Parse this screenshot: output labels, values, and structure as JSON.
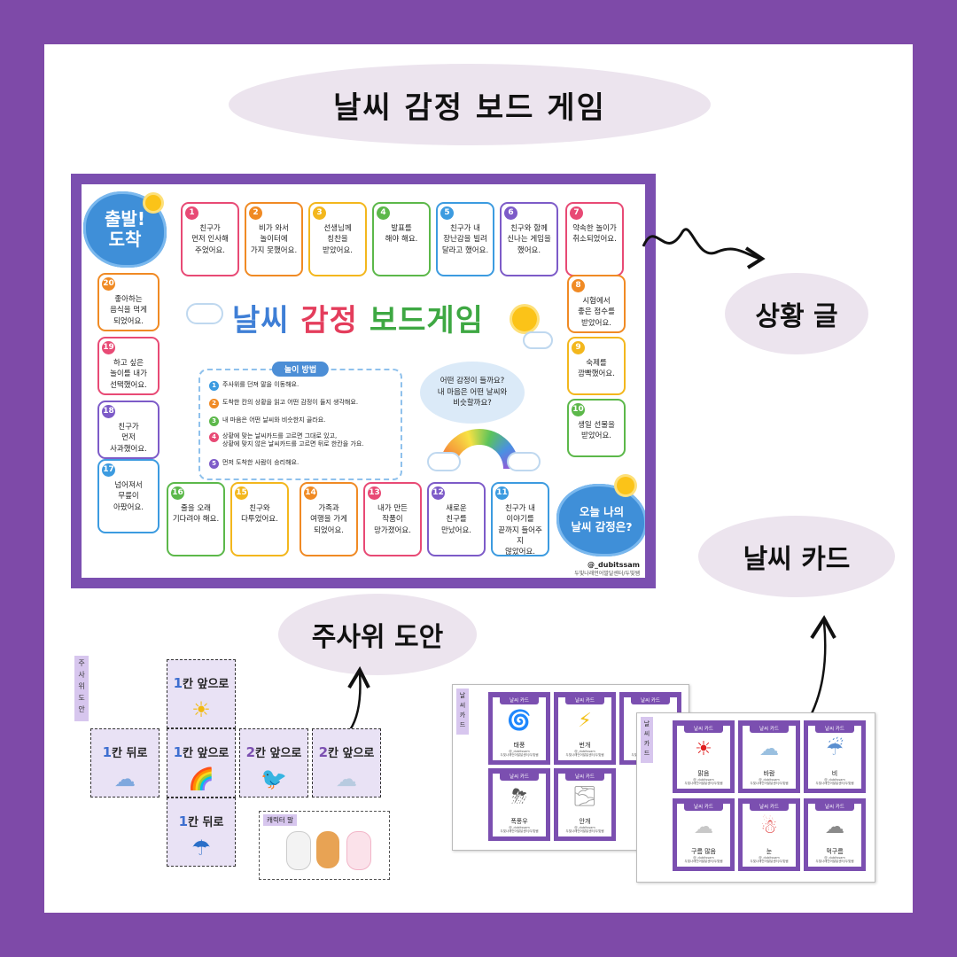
{
  "title": "날씨 감정 보드 게임",
  "labels": {
    "situation": "상황 글",
    "weather_card": "날씨 카드",
    "dice": "주사위 도안"
  },
  "board": {
    "start": "출발!\n도착",
    "title_1": "날씨",
    "title_2": "감정",
    "title_3": "보드게임",
    "tiles": [
      {
        "n": "1",
        "text": "친구가\n먼저 인사해\n주었어요.",
        "color": "#e84a75"
      },
      {
        "n": "2",
        "text": "비가 와서\n놀이터에\n가지 못했어요.",
        "color": "#f08a24"
      },
      {
        "n": "3",
        "text": "선생님께\n칭찬을\n받았어요.",
        "color": "#f3b71d"
      },
      {
        "n": "4",
        "text": "발표를\n해야 해요.",
        "color": "#5cb84a"
      },
      {
        "n": "5",
        "text": "친구가 내\n장난감을 빌려\n달라고 했어요.",
        "color": "#3c9be0"
      },
      {
        "n": "6",
        "text": "친구와 함께\n신나는 게임을\n했어요.",
        "color": "#7d5bc8"
      },
      {
        "n": "7",
        "text": "약속한 놀이가\n취소되었어요.",
        "color": "#e84a75"
      },
      {
        "n": "8",
        "text": "시험에서\n좋은 점수를\n받았어요.",
        "color": "#f08a24"
      },
      {
        "n": "9",
        "text": "숙제를\n깜빡했어요.",
        "color": "#f3b71d"
      },
      {
        "n": "10",
        "text": "생일 선물을\n받았어요.",
        "color": "#5cb84a"
      },
      {
        "n": "11",
        "text": "친구가 내\n이야기를\n끝까지 들어주지\n않았어요.",
        "color": "#3c9be0"
      },
      {
        "n": "12",
        "text": "새로운\n친구를\n만났어요.",
        "color": "#7d5bc8"
      },
      {
        "n": "13",
        "text": "내가 만든\n작품이\n망가졌어요.",
        "color": "#e84a75"
      },
      {
        "n": "14",
        "text": "가족과\n여행을 가게\n되었어요.",
        "color": "#f08a24"
      },
      {
        "n": "15",
        "text": "친구와\n다투었어요.",
        "color": "#f3b71d"
      },
      {
        "n": "16",
        "text": "줄을 오래\n기다려야 해요.",
        "color": "#5cb84a"
      },
      {
        "n": "17",
        "text": "넘어져서\n무릎이\n아팠어요.",
        "color": "#3c9be0"
      },
      {
        "n": "18",
        "text": "친구가\n먼저\n사과했어요.",
        "color": "#7d5bc8"
      },
      {
        "n": "19",
        "text": "하고 싶은\n놀이를 내가\n선택했어요.",
        "color": "#e84a75"
      },
      {
        "n": "20",
        "text": "좋아하는\n음식을 먹게\n되었어요.",
        "color": "#f08a24"
      }
    ],
    "rules_title": "놀이 방법",
    "rules": [
      {
        "n": "1",
        "text": "주사위를 던져 말을 이동해요.",
        "color": "#3c9be0"
      },
      {
        "n": "2",
        "text": "도착한 칸의 상황을 읽고 어떤 감정이 들지 생각해요.",
        "color": "#f08a24"
      },
      {
        "n": "3",
        "text": "내 마음은 어떤 날씨와 비슷한지 골라요.",
        "color": "#5cb84a"
      },
      {
        "n": "4",
        "text": "상황에 맞는 날씨카드를 고르면 그대로 있고,\n상황에 맞지 않은 날씨카드를 고르면 뒤로 한칸을 가요.",
        "color": "#e84a75"
      },
      {
        "n": "5",
        "text": "먼저 도착한 사람이 승리해요.",
        "color": "#7d5bc8"
      }
    ],
    "question": "어떤 감정이 들까요?\n내 마음은 어떤 날씨와\n비슷할까요?",
    "end": "오늘 나의\n날씨 감정은?",
    "instagram": "@_dubitssam",
    "credit": "두빛나래언어발달센터/두빛쌤"
  },
  "dice": {
    "tag": "주\n사\n위\n도\n안",
    "faces": [
      {
        "num": "1",
        "rest": "칸 앞으로",
        "icon": "☀",
        "icon_name": "sun-icon"
      },
      {
        "num": "1",
        "rest": "칸 뒤로",
        "icon": "☁",
        "icon_name": "rain-cloud-icon"
      },
      {
        "num": "1",
        "rest": "칸 앞으로",
        "icon": "🌈",
        "icon_name": "rainbow-icon"
      },
      {
        "num": "2",
        "rest": "칸 앞으로",
        "icon": "🐦",
        "icon_name": "bird-icon"
      },
      {
        "num": "2",
        "rest": "칸 앞으로",
        "icon": "☁",
        "icon_name": "cloud-icon"
      },
      {
        "num": "1",
        "rest": "칸 뒤로",
        "icon": "☂",
        "icon_name": "umbrella-icon"
      }
    ],
    "character_tag": "캐릭터 말"
  },
  "cards": {
    "back_tag": "날\n씨\n카\n드",
    "front_tag": "날\n씨\n카\n드",
    "header": "날씨 카드",
    "footer": "@_dubitssam\n두빛나래언어발달센터/두빛쌤",
    "back": [
      {
        "name": "태풍",
        "icon": "🌀",
        "icon_name": "typhoon-icon",
        "color": "#2f8fd8"
      },
      {
        "name": "번개",
        "icon": "⚡",
        "icon_name": "lightning-icon",
        "color": "#f3c21d"
      },
      {
        "name": "",
        "icon": "",
        "icon_name": "partial-icon",
        "color": "#888888"
      },
      {
        "name": "폭풍우",
        "icon": "⛈",
        "icon_name": "storm-icon",
        "color": "#555555"
      },
      {
        "name": "안개",
        "icon": "🌫",
        "icon_name": "fog-icon",
        "color": "#999999"
      }
    ],
    "front": [
      {
        "name": "맑음",
        "icon": "☀",
        "icon_name": "sunny-icon",
        "color": "#e02020"
      },
      {
        "name": "바람",
        "icon": "☁",
        "icon_name": "wind-icon",
        "color": "#9ac0e0"
      },
      {
        "name": "비",
        "icon": "☔",
        "icon_name": "rain-icon",
        "color": "#5b8fd0"
      },
      {
        "name": "구름 많음",
        "icon": "☁",
        "icon_name": "cloudy-icon",
        "color": "#c8c8c8"
      },
      {
        "name": "눈",
        "icon": "☃",
        "icon_name": "snowman-icon",
        "color": "#e04040"
      },
      {
        "name": "먹구름",
        "icon": "☁",
        "icon_name": "dark-cloud-icon",
        "color": "#8a8a8a"
      }
    ]
  }
}
